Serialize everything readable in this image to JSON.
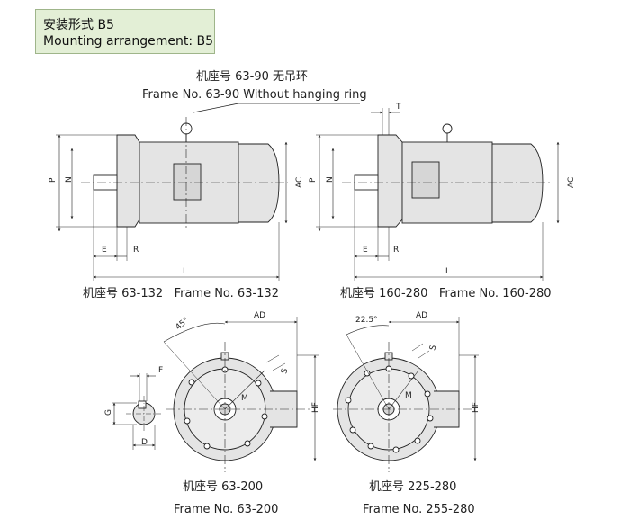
{
  "header": {
    "line1": "安装形式 B5",
    "line2": "Mounting arrangement: B5"
  },
  "callout": {
    "cn": "机座号 63-90 无吊环",
    "en": "Frame No. 63-90 Without hanging ring"
  },
  "captions": {
    "fig1": "机座号 63-132   Frame No. 63-132",
    "fig2": "机座号 160-280   Frame No. 160-280",
    "fig3_cn": "机座号 63-200",
    "fig3_en": "Frame No. 63-200",
    "fig4_cn": "机座号 225-280",
    "fig4_en": "Frame No. 255-280"
  },
  "dims": {
    "P": "P",
    "N": "N",
    "AC": "AC",
    "E": "E",
    "R": "R",
    "L": "L",
    "T": "T",
    "AD": "AD",
    "HF": "HF",
    "S": "S",
    "M": "M",
    "F": "F",
    "G": "G",
    "D": "D",
    "angle1": "45°",
    "angle2": "22.5°"
  },
  "colors": {
    "body_fill": "#e4e4e4",
    "line": "#222222",
    "header_bg": "#e3efd6"
  }
}
